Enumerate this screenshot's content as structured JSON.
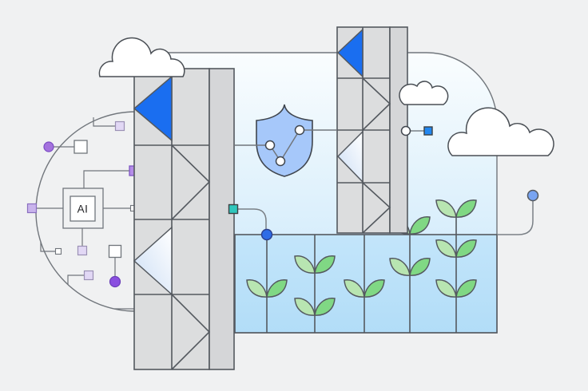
{
  "illustration": {
    "ai_chip_label": "AI",
    "plant_count": 9,
    "cloud_count": 3,
    "shield_node_count": 3,
    "tower_count": 2
  },
  "colors": {
    "bg": "#f0f1f2",
    "tower": "#dcddde",
    "strip": "#d5d6d8",
    "line": "#54595f",
    "line_soft": "#71767c",
    "trace": "#70757b",
    "conn": "#7a8086",
    "blue": "#1a6ef0",
    "blue_sq": "#2287f0",
    "node": "#2e6ce6",
    "node_soft": "#78a4f2",
    "teal": "#2fc7bd",
    "shield": "#a6c8fa",
    "sky_top": "#fafdfe",
    "sky_btm": "#c6e6fa",
    "grid_top": "#c3e5fa",
    "grid_btm": "#b2ddf8",
    "leaf_a": "#b8e5b1",
    "leaf_b": "#80d884",
    "purple": "#a472de",
    "violet": "#8a4fe0",
    "purple_sq": "#b58ce8",
    "lav_a": "#e2d8f5",
    "lav_b": "#c9b4ec",
    "white": "#ffffff",
    "tri_a": "#ffffff",
    "tri_b": "#ccdef5",
    "text": "#202124"
  }
}
